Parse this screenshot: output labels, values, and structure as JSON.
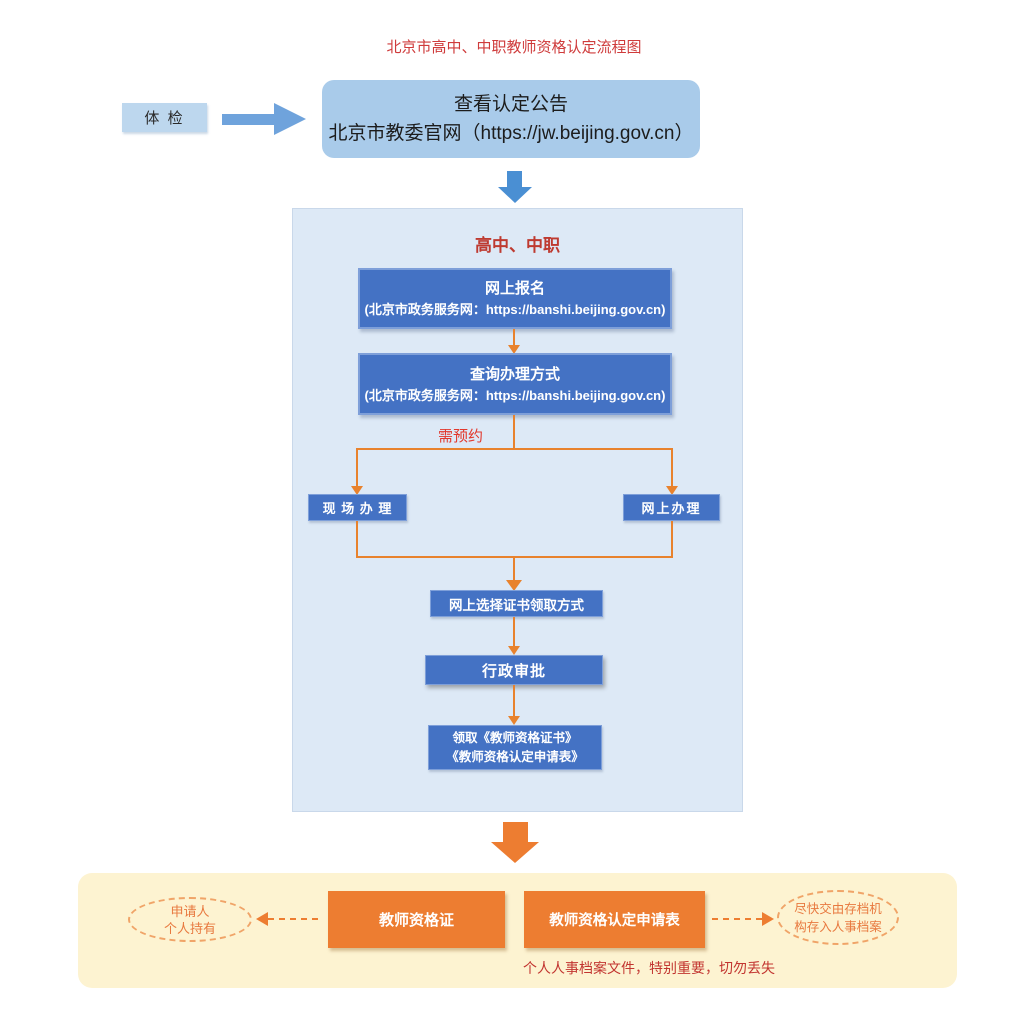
{
  "title": "北京市高中、中职教师资格认定流程图",
  "pre_step": {
    "label": "体 检"
  },
  "announcement": {
    "line1": "查看认定公告",
    "line2": "北京市教委官网（https://jw.beijing.gov.cn）"
  },
  "main": {
    "title": "高中、中职",
    "steps": {
      "register": {
        "line1": "网上报名",
        "line2": "(北京市政务服务网：https://banshi.beijing.gov.cn)"
      },
      "query": {
        "line1": "查询办理方式",
        "line2": "(北京市政务服务网：https://banshi.beijing.gov.cn)"
      },
      "reservation_note": "需预约",
      "onsite": "现 场 办 理",
      "online": "网上办理",
      "choose": "网上选择证书领取方式",
      "approval": "行政审批",
      "receive": {
        "line1": "领取《教师资格证书》",
        "line2": "《教师资格认定申请表》"
      }
    }
  },
  "bottom": {
    "cert": "教师资格证",
    "form": "教师资格认定申请表",
    "left_oval": {
      "line1": "申请人",
      "line2": "个人持有"
    },
    "right_oval": {
      "line1": "尽快交由存档机",
      "line2": "构存入人事档案"
    },
    "note": "个人人事档案文件，特别重要，切勿丢失"
  },
  "colors": {
    "step_blue": "#4472C4",
    "accent_orange": "#ED7D31",
    "title_red": "#CF3B3B",
    "container_light_blue": "#DDE9F6",
    "bottom_light_yellow": "#FDF3D1"
  }
}
